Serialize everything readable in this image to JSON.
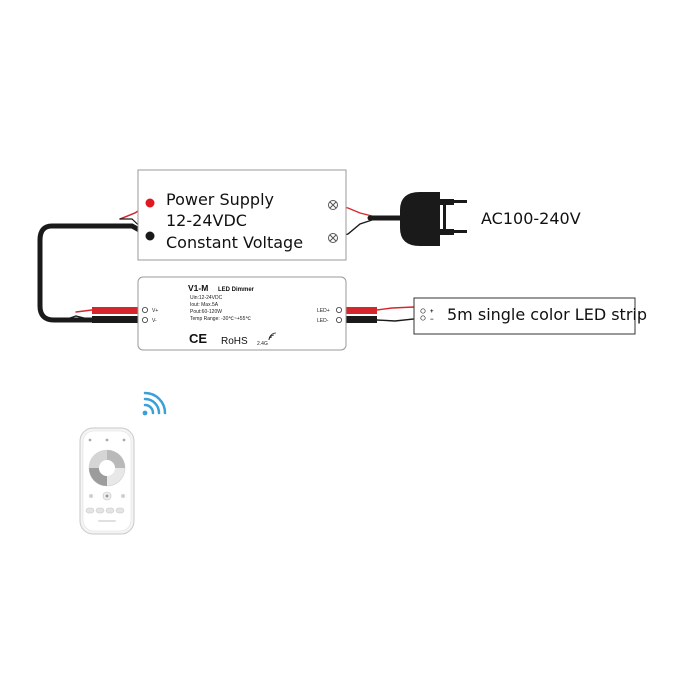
{
  "power_supply": {
    "line1": "Power Supply",
    "line2": "12-24VDC",
    "line3": "Constant Voltage"
  },
  "mains_label": "AC100-240V",
  "dimmer": {
    "model": "V1-M",
    "subtitle": "LED Dimmer",
    "specs": [
      "Uin:12-24VDC",
      "Iout: Max.5A",
      "Pout:60-120W",
      "Temp Range: -30℃~+55℃"
    ],
    "input_plus": "V+",
    "input_minus": "V-",
    "output_plus": "LED+",
    "output_minus": "LED-",
    "ce_mark": "CE",
    "rohs_mark": "RoHS",
    "wireless_band": "2.4G"
  },
  "led_strip": {
    "label": "5m single color LED strip",
    "plus": "+",
    "minus": "−"
  },
  "colors": {
    "wire_black": "#1a1a1a",
    "wire_red": "#d7262b",
    "signal_blue": "#3aa0d8",
    "box_border": "#9a9a9a"
  },
  "icons": [
    "power-terminal-icon",
    "plug-icon",
    "wifi-signal-icon",
    "remote-control-icon",
    "ce-mark-icon"
  ]
}
